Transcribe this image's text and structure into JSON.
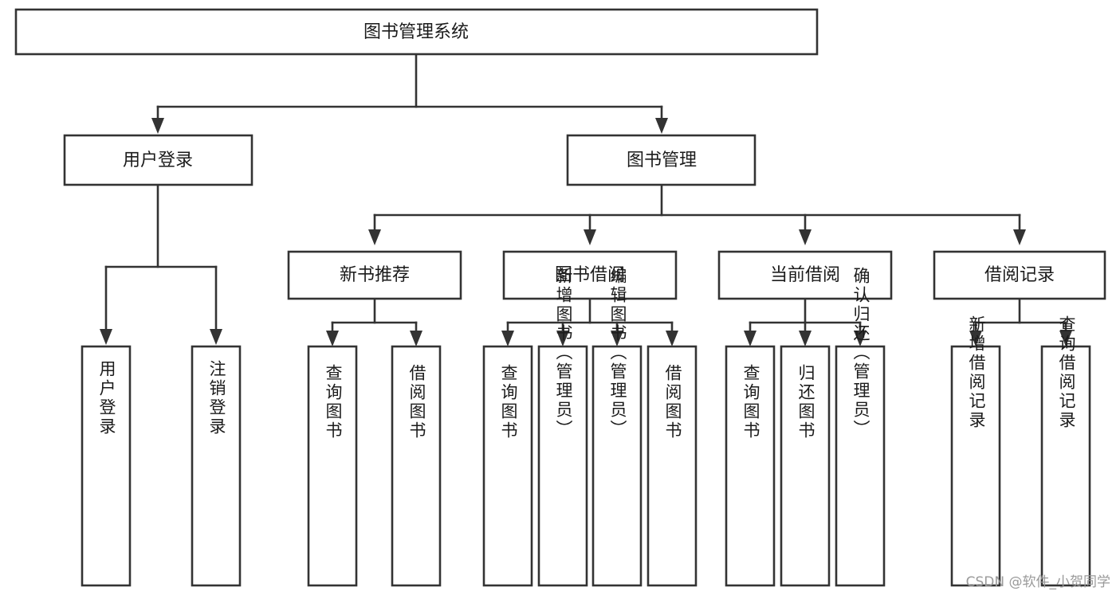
{
  "diagram": {
    "kind": "tree",
    "root": {
      "id": "root",
      "label": "图书管理系统"
    },
    "level2": [
      {
        "id": "user-login",
        "label": "用户登录"
      },
      {
        "id": "book-manage",
        "label": "图书管理"
      }
    ],
    "level3": [
      {
        "id": "new-book-recommend",
        "label": "新书推荐",
        "parent": "book-manage"
      },
      {
        "id": "book-borrow",
        "label": "图书借阅",
        "parent": "book-manage"
      },
      {
        "id": "current-borrow",
        "label": "当前借阅",
        "parent": "book-manage"
      },
      {
        "id": "borrow-record",
        "label": "借阅记录",
        "parent": "book-manage"
      }
    ],
    "leaves": [
      {
        "id": "leaf-user-login",
        "label": "用户登录",
        "parent": "user-login"
      },
      {
        "id": "leaf-user-logout",
        "label": "注销登录",
        "parent": "user-login"
      },
      {
        "id": "leaf-query-book-1",
        "label": "查询图书",
        "parent": "new-book-recommend"
      },
      {
        "id": "leaf-borrow-book-1",
        "label": "借阅图书",
        "parent": "new-book-recommend"
      },
      {
        "id": "leaf-query-book-2",
        "label": "查询图书",
        "parent": "book-borrow"
      },
      {
        "id": "leaf-add-book",
        "label": "新增图书（管理员）",
        "parent": "book-borrow"
      },
      {
        "id": "leaf-edit-book",
        "label": "编辑图书（管理员）",
        "parent": "book-borrow"
      },
      {
        "id": "leaf-borrow-book-2",
        "label": "借阅图书",
        "parent": "book-borrow"
      },
      {
        "id": "leaf-query-book-3",
        "label": "查询图书",
        "parent": "current-borrow"
      },
      {
        "id": "leaf-return-book",
        "label": "归还图书",
        "parent": "current-borrow"
      },
      {
        "id": "leaf-confirm-return",
        "label": "确认归还（管理员）",
        "parent": "current-borrow"
      },
      {
        "id": "leaf-add-record",
        "label": "新增借阅记录",
        "parent": "borrow-record"
      },
      {
        "id": "leaf-query-record",
        "label": "查询借阅记录",
        "parent": "borrow-record"
      }
    ],
    "colors": {
      "stroke": "#333333",
      "box_fill": "#ffffff",
      "text": "#1b1b1b",
      "background": "#ffffff",
      "watermark": "#9a9a9a"
    }
  },
  "watermark": {
    "text": "CSDN @软件_小贺同学"
  }
}
